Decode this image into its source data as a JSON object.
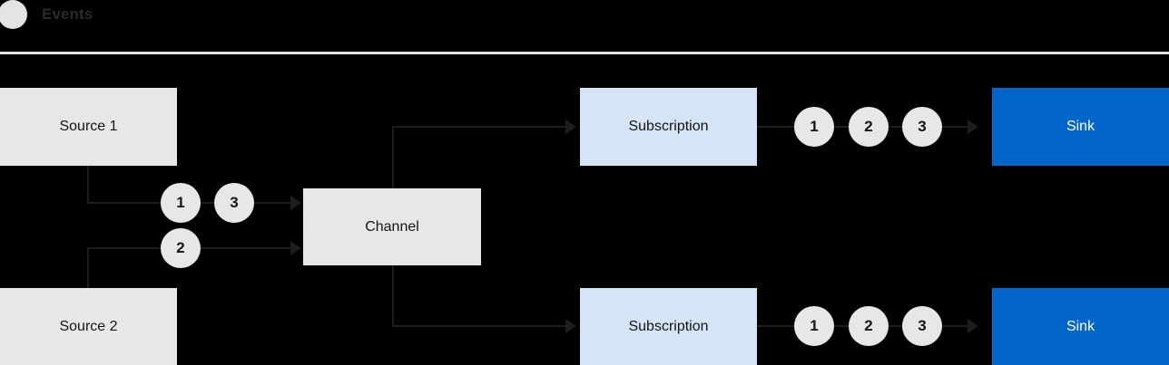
{
  "legend": {
    "marker_icon": "event-circle-icon",
    "label": "Events",
    "marker_color": "#e4e4e4"
  },
  "colors": {
    "background": "#000000",
    "source_fill": "#e7e7e7",
    "channel_fill": "#e7e7e7",
    "subscription_fill": "#d5e5f6",
    "sink_fill": "#0266cb",
    "sink_text": "#ffffff",
    "line": "#1d1d1d",
    "event_fill": "#e7e7e7",
    "divider": "#e4e4e4"
  },
  "nodes": {
    "source1": {
      "label": "Source 1"
    },
    "source2": {
      "label": "Source 2"
    },
    "channel": {
      "label": "Channel"
    },
    "subscription_top": {
      "label": "Subscription"
    },
    "subscription_bottom": {
      "label": "Subscription"
    },
    "sink_top": {
      "label": "Sink"
    },
    "sink_bottom": {
      "label": "Sink"
    }
  },
  "events": {
    "source1_to_channel": [
      "1",
      "3"
    ],
    "source2_to_channel": [
      "2"
    ],
    "subscription_top_to_sink": [
      "1",
      "2",
      "3"
    ],
    "subscription_bottom_to_sink": [
      "1",
      "2",
      "3"
    ]
  }
}
